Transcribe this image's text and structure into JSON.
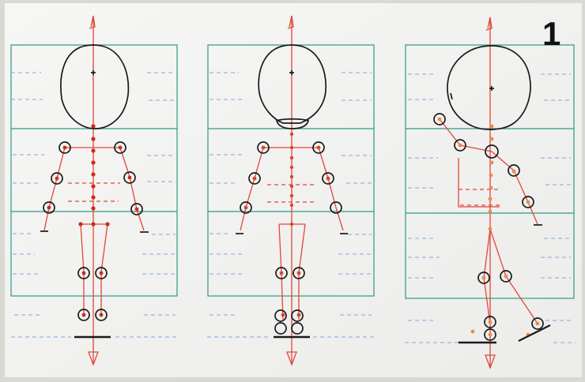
{
  "page_number": "1",
  "colors": {
    "paper": "#f4f4f2",
    "grid_line": "#2f9a84",
    "guide_dash": "#7fa7d9",
    "construction": "#e0473a",
    "joint_dot": "#cc2a1f",
    "outline": "#1a1a1a",
    "side_view_dot": "#ef8a4a"
  },
  "panels": [
    {
      "view": "front",
      "stage": "construction"
    },
    {
      "view": "front",
      "stage": "refined"
    },
    {
      "view": "side",
      "stage": "walking"
    }
  ]
}
